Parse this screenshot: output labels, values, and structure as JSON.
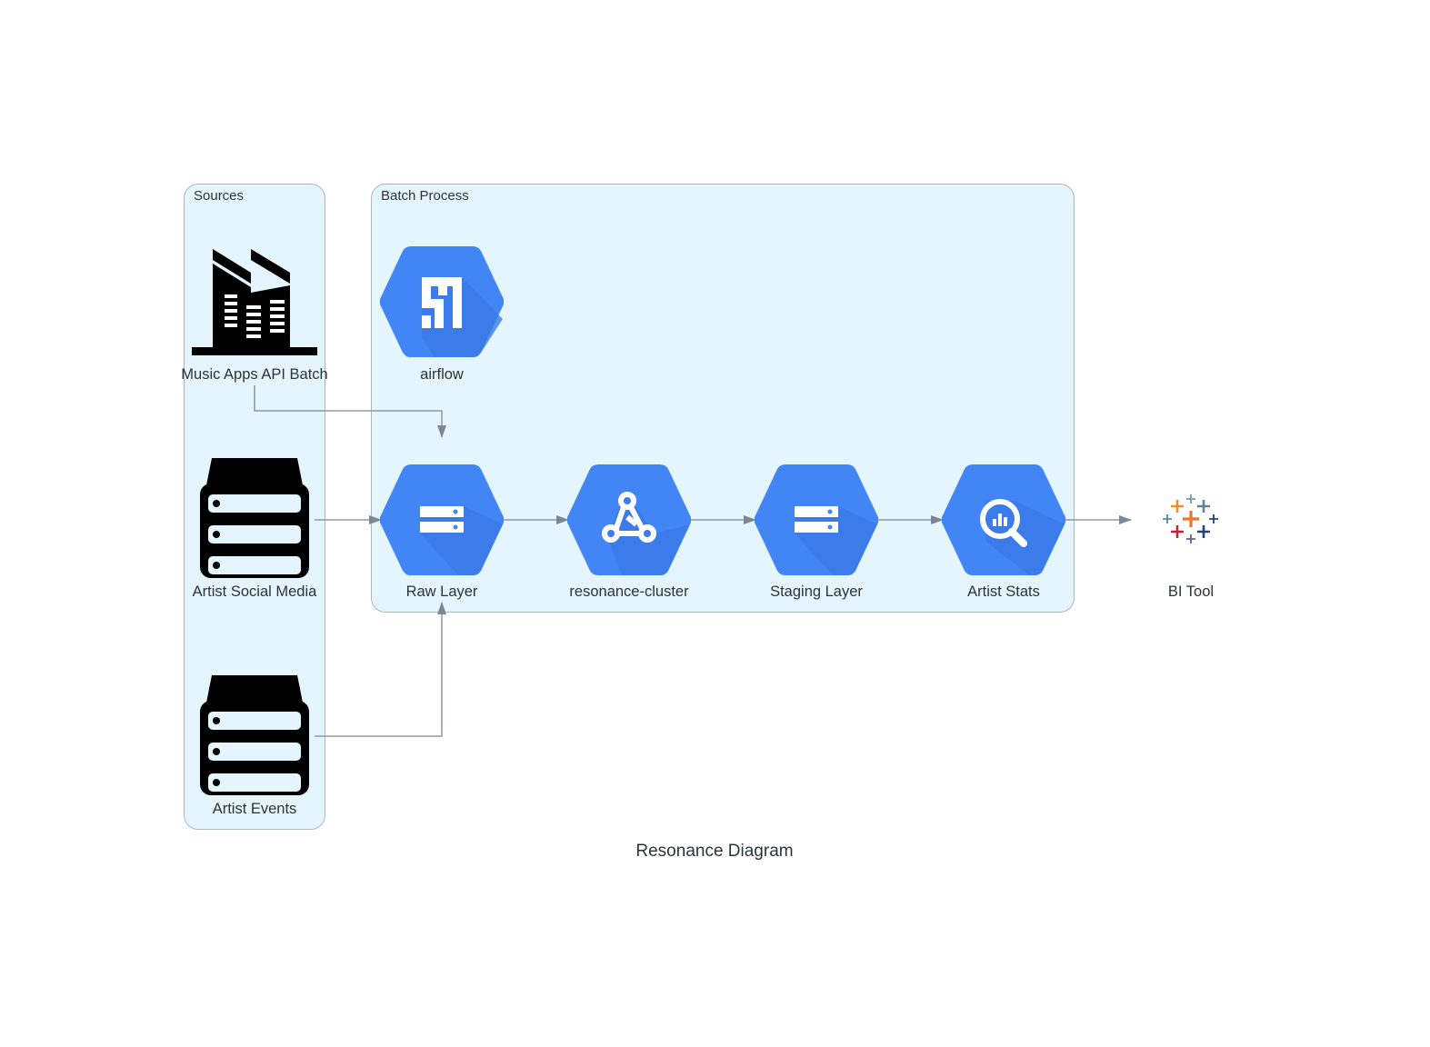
{
  "diagram": {
    "title": "Resonance Diagram",
    "clusters": {
      "sources": "Sources",
      "batch": "Batch Process"
    },
    "nodes": {
      "music_api": {
        "label": "Music Apps API Batch",
        "icon": "factory-icon"
      },
      "social_media": {
        "label": "Artist Social Media",
        "icon": "storage-stack-icon"
      },
      "events": {
        "label": "Artist Events",
        "icon": "storage-stack-icon"
      },
      "airflow": {
        "label": "airflow",
        "icon": "composer-icon"
      },
      "raw_layer": {
        "label": "Raw Layer",
        "icon": "cloud-storage-icon"
      },
      "cluster": {
        "label": "resonance-cluster",
        "icon": "dataproc-icon"
      },
      "staging": {
        "label": "Staging Layer",
        "icon": "cloud-storage-icon"
      },
      "artist_stats": {
        "label": "Artist Stats",
        "icon": "bigquery-icon"
      },
      "bi_tool": {
        "label": "BI Tool",
        "icon": "tableau-icon"
      }
    },
    "edges": [
      {
        "from": "Music Apps API Batch",
        "to": "Raw Layer"
      },
      {
        "from": "Artist Social Media",
        "to": "Raw Layer"
      },
      {
        "from": "Artist Events",
        "to": "Raw Layer"
      },
      {
        "from": "Raw Layer",
        "to": "resonance-cluster"
      },
      {
        "from": "resonance-cluster",
        "to": "Staging Layer"
      },
      {
        "from": "Staging Layer",
        "to": "Artist Stats"
      },
      {
        "from": "Artist Stats",
        "to": "BI Tool"
      }
    ],
    "colors": {
      "gcp_blue": "#4285f4",
      "gcp_shadow": "#3b78e7",
      "cluster_fill": "#e5f5fd",
      "edge": "#7b8894"
    }
  }
}
